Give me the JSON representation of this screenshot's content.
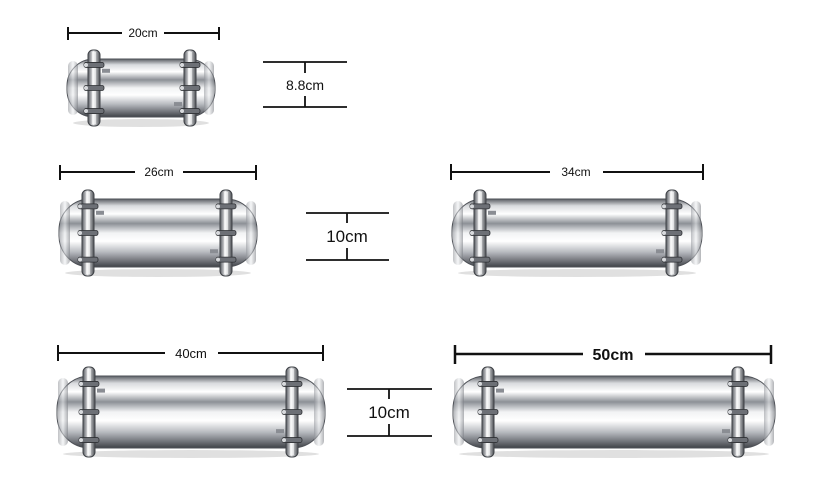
{
  "products": [
    {
      "id": "20",
      "length_label": "20cm",
      "length_cm": 20,
      "diameter_cm": 8.8
    },
    {
      "id": "26",
      "length_label": "26cm",
      "length_cm": 26,
      "diameter_cm": 10
    },
    {
      "id": "34",
      "length_label": "34cm",
      "length_cm": 34,
      "diameter_cm": 10
    },
    {
      "id": "40",
      "length_label": "40cm",
      "length_cm": 40,
      "diameter_cm": 10
    },
    {
      "id": "50",
      "length_label": "50cm",
      "length_cm": 50,
      "diameter_cm": 10
    }
  ],
  "diameters": [
    {
      "id": "d1",
      "label": "8.8cm"
    },
    {
      "id": "d2",
      "label": "10cm"
    },
    {
      "id": "d3",
      "label": "10cm"
    }
  ],
  "colors": {
    "steel_dark": "#5a5d63",
    "steel_mid": "#a4a8ae",
    "steel_light": "#f4f5f6",
    "dimension_line": "#111111"
  }
}
